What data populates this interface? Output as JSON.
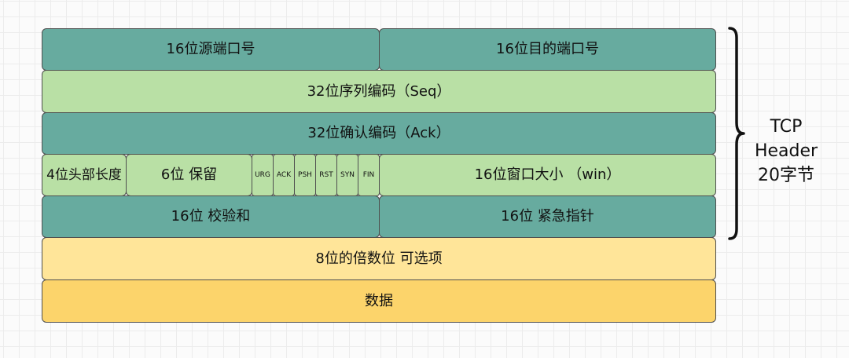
{
  "diagram": {
    "rows": {
      "row1": {
        "src_port": "16位源端口号",
        "dst_port": "16位目的端口号"
      },
      "row2": {
        "seq": "32位序列编码（Seq）"
      },
      "row3": {
        "ack": "32位确认编码（Ack）"
      },
      "row4": {
        "header_len": "4位头部长度",
        "reserved": "6位 保留",
        "flags": [
          "URG",
          "ACK",
          "PSH",
          "RST",
          "SYN",
          "FIN"
        ],
        "window": "16位窗口大小 （win）"
      },
      "row5": {
        "checksum": "16位 校验和",
        "urgent": "16位 紧急指针"
      },
      "row6": {
        "options": "8位的倍数位 可选项"
      },
      "row7": {
        "data": "数据"
      }
    },
    "side_label": [
      "TCP",
      "Header",
      "20字节"
    ],
    "colors": {
      "teal": "#67ab9f",
      "light_green": "#b9e0a5",
      "light_yellow": "#ffe599",
      "orange": "#fcd46b",
      "border": "#4f4f4f"
    }
  }
}
